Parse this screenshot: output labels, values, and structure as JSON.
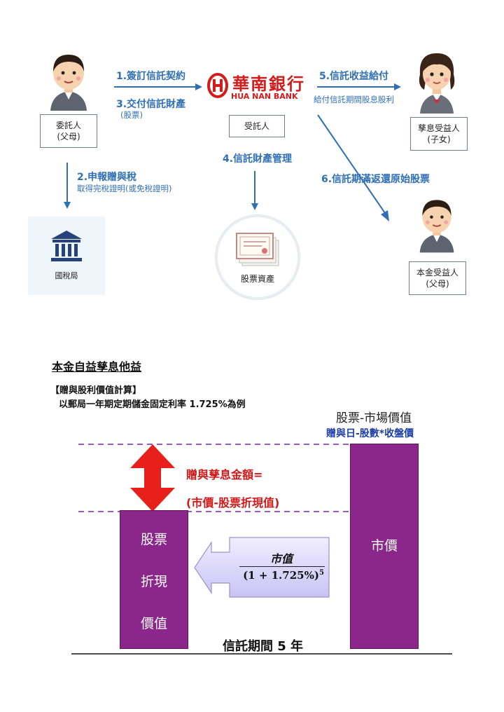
{
  "top": {
    "trustor": {
      "line1": "委託人",
      "line2": "(父母)"
    },
    "trustee": {
      "label": "受託人"
    },
    "bank": {
      "chinese": "華南銀行",
      "english": "HUA NAN BANK"
    },
    "interest_beneficiary": {
      "line1": "孳息受益人",
      "line2": "(子女)"
    },
    "principal_beneficiary": {
      "line1": "本金受益人",
      "line2": "(父母)"
    },
    "tax_bureau": {
      "label": "國稅局"
    },
    "stock_assets": {
      "label": "股票資產"
    },
    "steps": {
      "s1": "1.簽訂信託契約",
      "s3": "3.交付信託財產",
      "s3_sub": "(股票)",
      "s5": "5.信託收益給付",
      "s5_sub": "給付信託期間股息股利",
      "s2": "2.申報贈與稅",
      "s2_sub": "取得完稅證明(或免稅證明)",
      "s4": "4.信託財產管理",
      "s6": "6.信託期滿返還原始股票"
    }
  },
  "bottom": {
    "title": "本金自益孳息他益",
    "calc_title": "【贈與股利價值計算】",
    "calc_desc": "以郵局一年期定期儲金固定利率 1.725%為例",
    "market_title": "股票-市場價值",
    "market_sub": "贈與日-股數*收盤價",
    "gift_line1": "贈與孳息金額=",
    "gift_line2": "(市價-股票折現值)",
    "left_bar": {
      "l1": "股票",
      "l2": "折現",
      "l3": "價值"
    },
    "right_bar": "市價",
    "formula_num": "市值",
    "formula_den": "(1 + 1.725%)",
    "formula_exp": "5",
    "period": "信託期間 5 年"
  }
}
